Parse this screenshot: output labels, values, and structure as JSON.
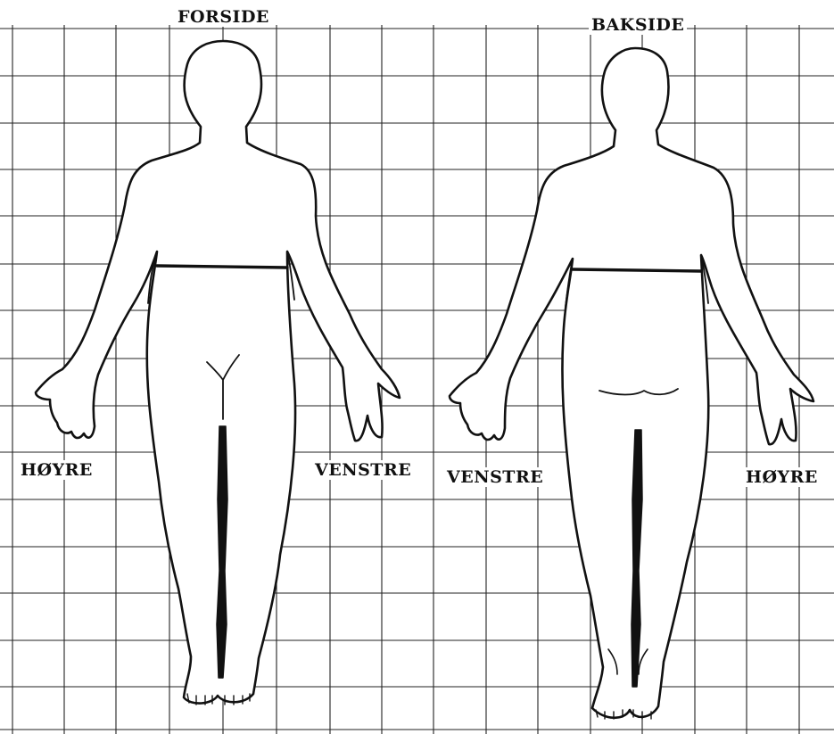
{
  "labels": {
    "front_title": "FORSIDE",
    "back_title": "BAKSIDE",
    "front_right_side": "HØYRE",
    "front_left_side": "VENSTRE",
    "back_left_side": "VENSTRE",
    "back_right_side": "HØYRE"
  },
  "colors": {
    "line": "#111111",
    "grid": "#222222",
    "background": "#ffffff"
  }
}
